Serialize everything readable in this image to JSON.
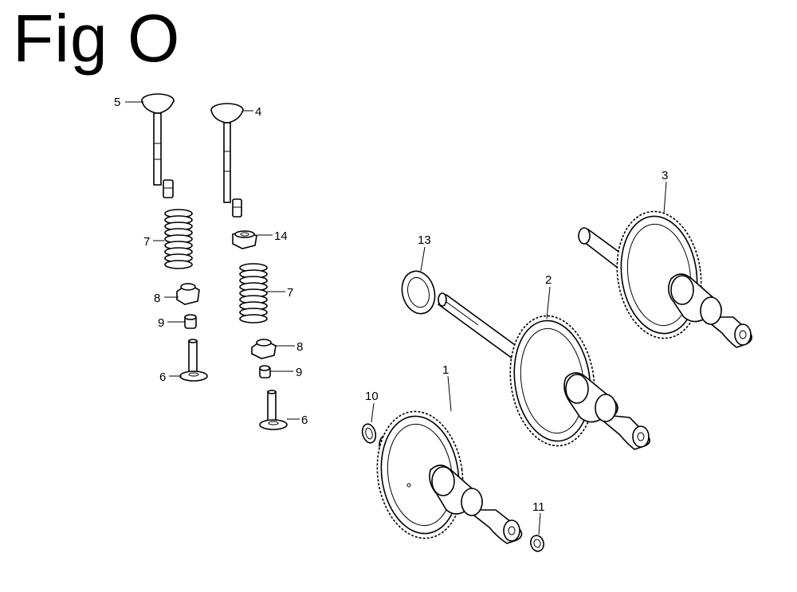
{
  "figure": {
    "title": "Fig O"
  },
  "callouts": {
    "c1": "1",
    "c2": "2",
    "c3": "3",
    "c4": "4",
    "c5": "5",
    "c6a": "6",
    "c6b": "6",
    "c7a": "7",
    "c7b": "7",
    "c8a": "8",
    "c8b": "8",
    "c9a": "9",
    "c9b": "9",
    "c10": "10",
    "c11": "11",
    "c13": "13",
    "c14": "14"
  }
}
